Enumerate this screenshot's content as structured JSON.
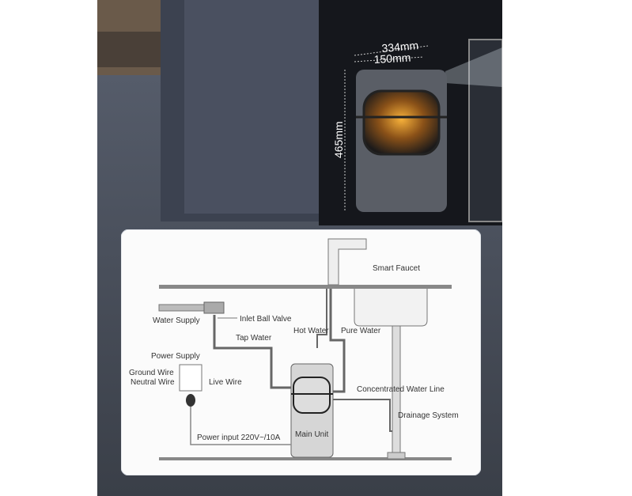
{
  "dimensions": {
    "depth": "334mm",
    "width": "150mm",
    "height": "465mm"
  },
  "diagram": {
    "smart_faucet": "Smart Faucet",
    "water_supply": "Water Supply",
    "inlet_ball_valve": "Inlet Ball Valve",
    "hot_water": "Hot Water",
    "pure_water": "Pure Water",
    "tap_water": "Tap Water",
    "power_supply": "Power Supply",
    "ground_wire": "Ground Wire",
    "neutral_wire": "Neutral Wire",
    "live_wire": "Live Wire",
    "concentrated_water_line": "Concentrated Water Line",
    "drainage_system": "Drainage System",
    "power_input": "Power input 220V~/10A",
    "main_unit": "Main Unit"
  }
}
